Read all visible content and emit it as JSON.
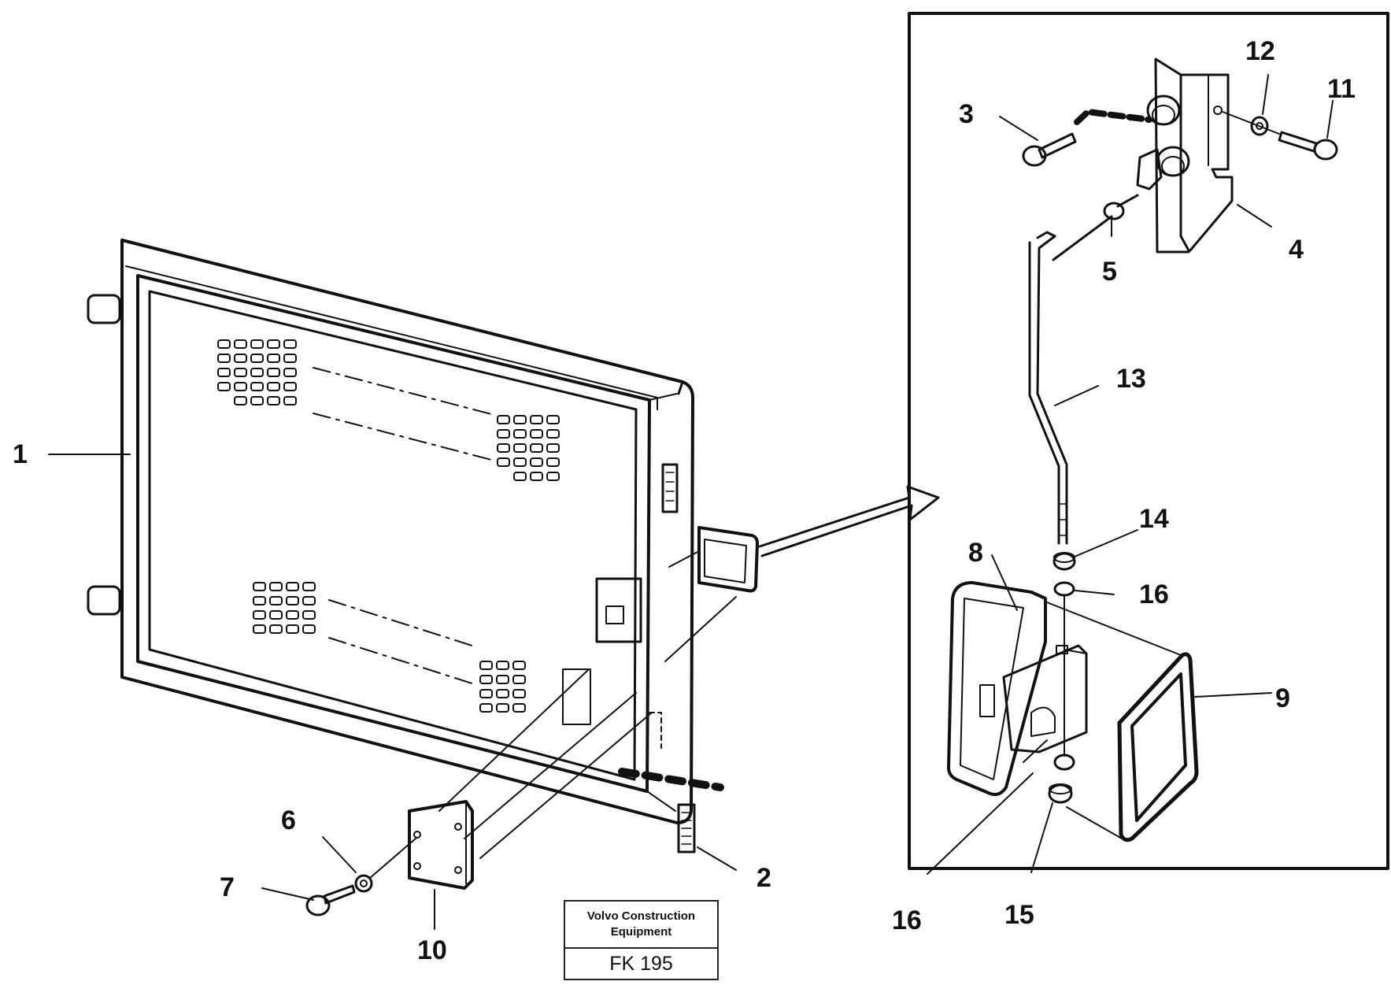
{
  "callouts": [
    "1",
    "2",
    "3",
    "4",
    "5",
    "6",
    "7",
    "8",
    "9",
    "10",
    "11",
    "12",
    "13",
    "14",
    "15",
    "16",
    "16"
  ],
  "title_block": {
    "company_line1": "Volvo Construction",
    "company_line2": "Equipment",
    "code": "FK 195"
  },
  "colors": {
    "ink": "#111111",
    "paper": "#ffffff"
  }
}
